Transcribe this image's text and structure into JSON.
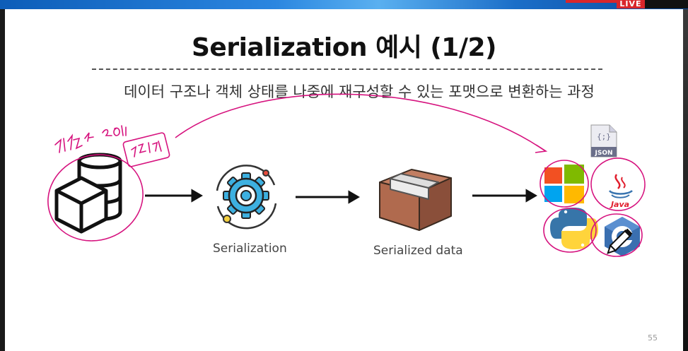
{
  "live_badge": "LIVE",
  "slide": {
    "title": "Serialization 예시 (1/2)",
    "subtitle": "데이터 구조나 객체 상태를 나중에 재구성할 수 있는 포맷으로 변환하는 과정",
    "steps": [
      {
        "label": "",
        "icon": "database-cube-icon"
      },
      {
        "label": "Serialization",
        "icon": "gear-icon"
      },
      {
        "label": "Serialized data",
        "icon": "box-icon"
      }
    ],
    "target_icons": [
      "json-icon",
      "windows-icon",
      "java-icon",
      "python-icon",
      "c-icon"
    ],
    "json_label": "JSON",
    "json_braces": "{;}",
    "java_label": "Java",
    "page_number": "55"
  },
  "annotations": {
    "handwritten": [
      "저장할 20개",
      "리스트"
    ],
    "colors": {
      "ink": "#d6127e"
    }
  }
}
